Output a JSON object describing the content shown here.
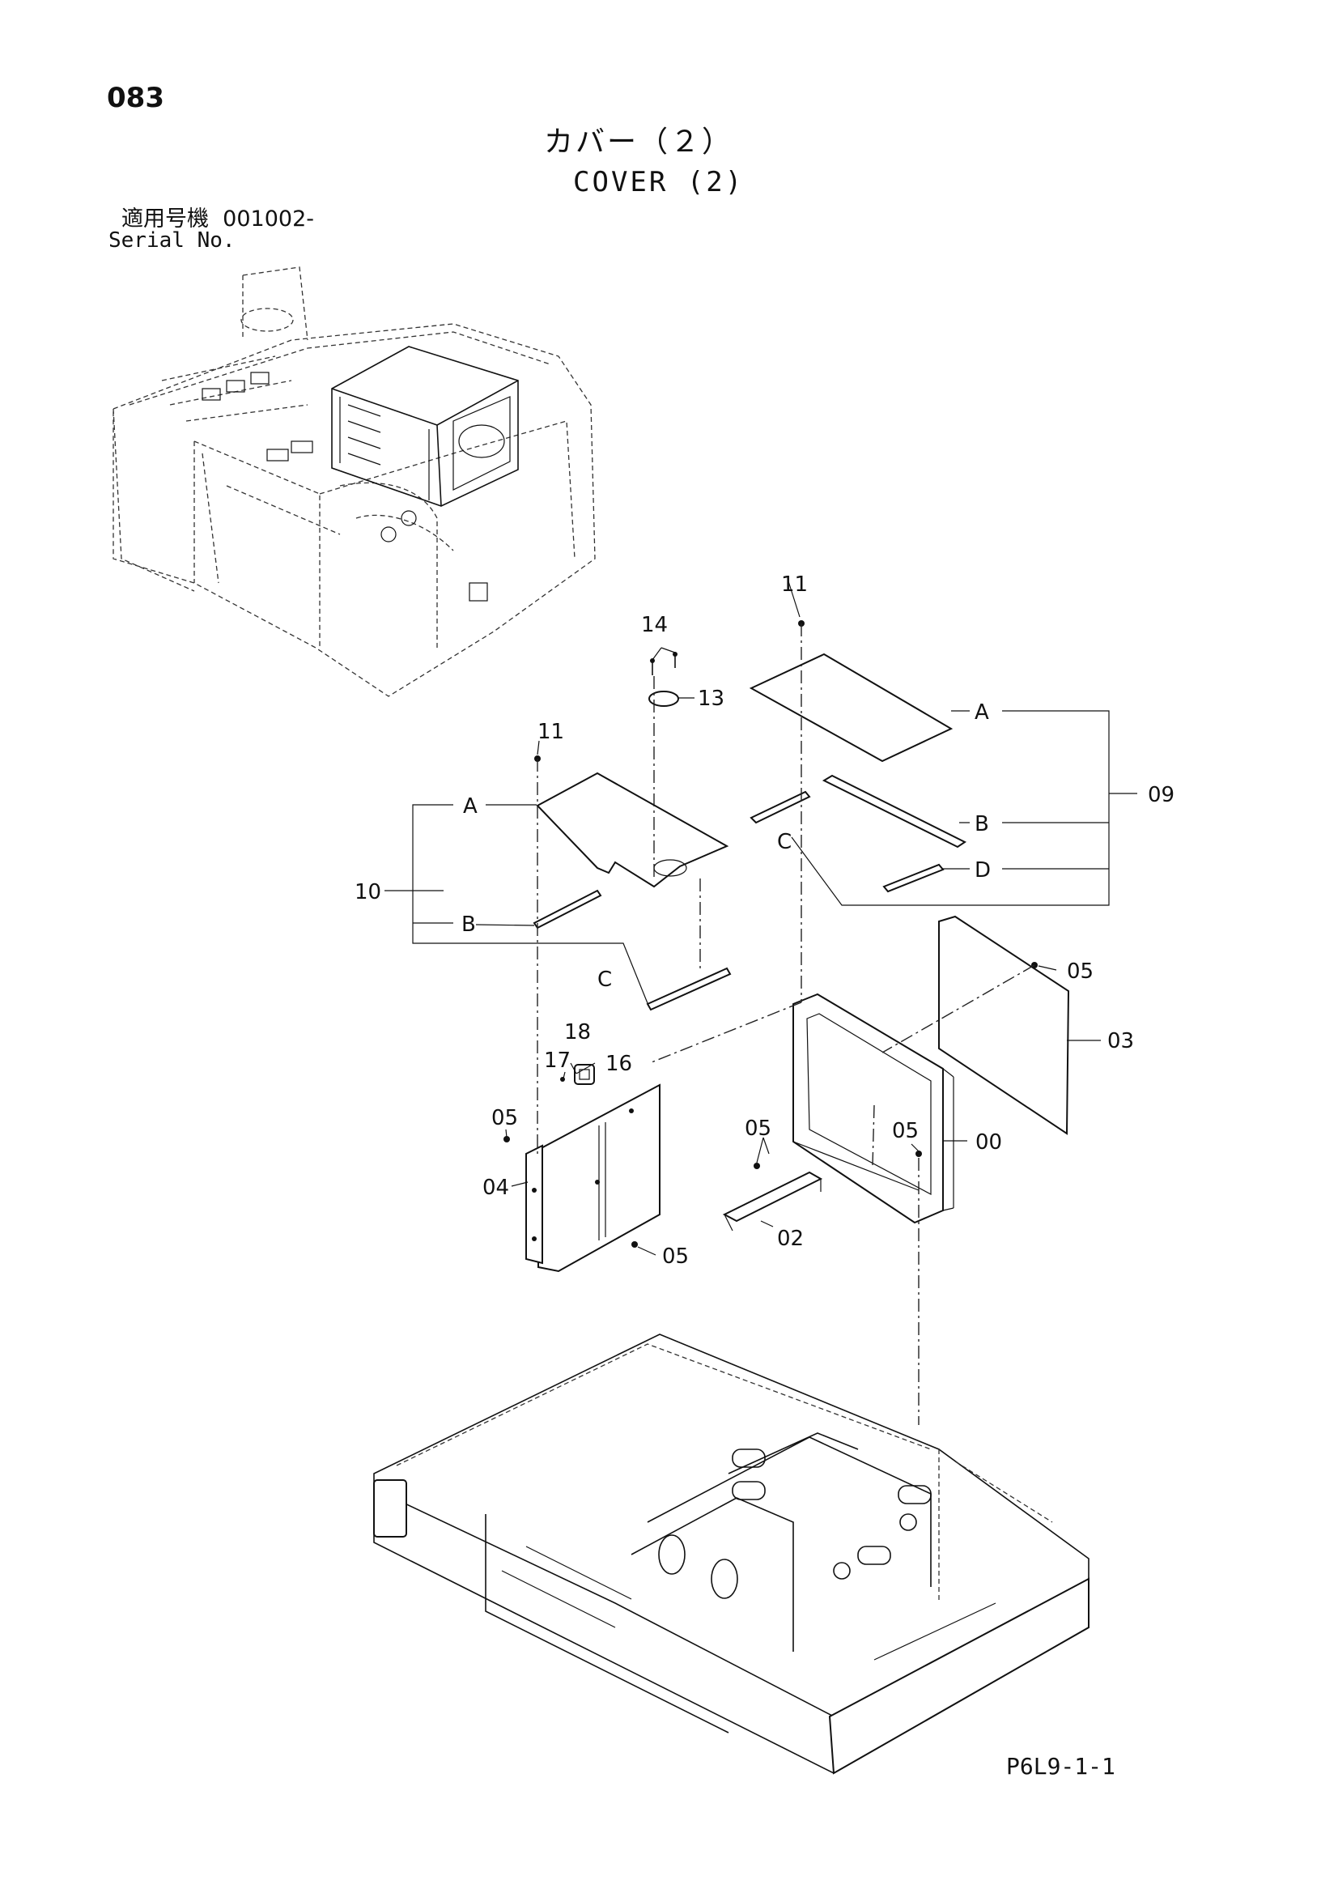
{
  "header": {
    "page_number": "083",
    "title_jp": "カバー（２）",
    "title_en": "COVER (2)",
    "serial_label_jp": "適用号機",
    "serial_value": "001002-",
    "serial_label_en": "Serial No."
  },
  "callouts": {
    "c00": "00",
    "c02": "02",
    "c03": "03",
    "c04": "04",
    "c05a": "05",
    "c05b": "05",
    "c05c": "05",
    "c05d": "05",
    "c05e": "05",
    "c09": "09",
    "c10": "10",
    "c11a": "11",
    "c11b": "11",
    "c13": "13",
    "c14": "14",
    "c16": "16",
    "c17": "17",
    "c18": "18"
  },
  "sub_labels": {
    "a09": "A",
    "b09": "B",
    "c09": "C",
    "d09": "D",
    "a10": "A",
    "b10": "B",
    "c10": "C"
  },
  "footer": {
    "drawing_code": "P6L9-1-1"
  }
}
